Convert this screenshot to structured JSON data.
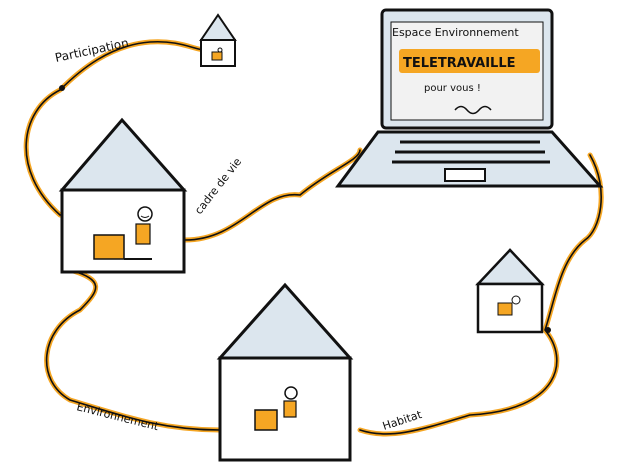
{
  "colors": {
    "ink": "#111111",
    "orange": "#F5A623",
    "roof_blue": "#DCE6EE",
    "paper": "#FFFFFF",
    "screen": "#F2F2F2"
  },
  "laptop": {
    "screen_line1": "Espace Environnement",
    "screen_line2": "TELETRAVAILLE",
    "screen_line3": "pour vous !"
  },
  "labels": {
    "participation": "Participation",
    "cadre_de_vie": "cadre de vie",
    "environnement": "Environnement",
    "habitat": "Habitat"
  },
  "icons": [
    "house-icon",
    "laptop-icon",
    "smiley-person-icon",
    "cloud-path-icon"
  ]
}
